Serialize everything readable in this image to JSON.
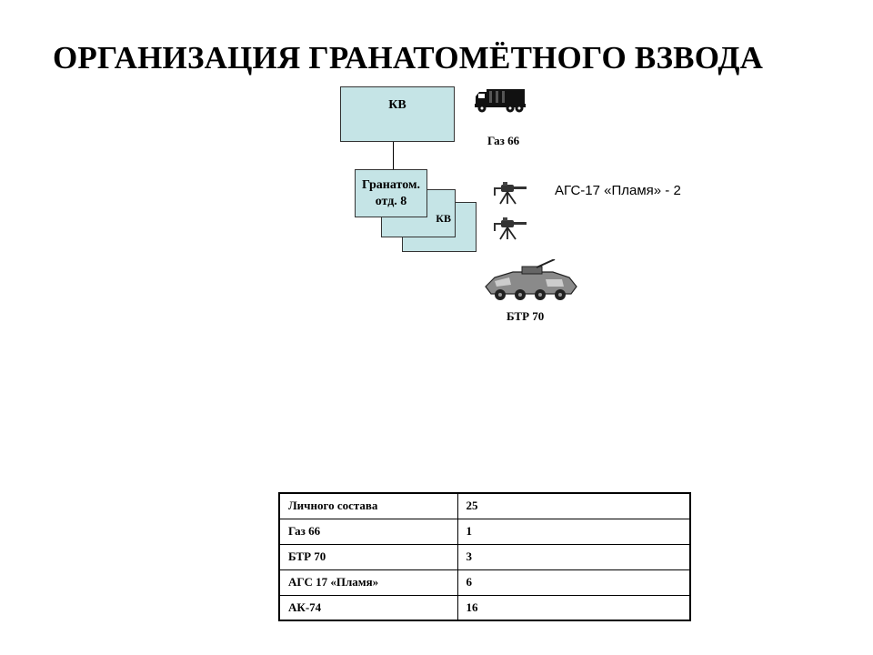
{
  "title": "ОРГАНИЗАЦИЯ ГРАНАТОМЁТНОГО ВЗВОДА",
  "diagram": {
    "command_box": {
      "label": "КВ"
    },
    "squad_box": {
      "line1": "Гранатом.",
      "line2": "отд.  8",
      "hidden_label": "КВ"
    },
    "truck": {
      "icon": "truck-icon",
      "caption": "Газ 66"
    },
    "grenade_launcher": {
      "icon": "grenade-launcher-icon",
      "caption": "АГС-17 «Пламя» - 2"
    },
    "apc": {
      "icon": "apc-icon",
      "caption": "БТР 70"
    }
  },
  "table": {
    "rows": [
      [
        "Личного состава",
        "25"
      ],
      [
        "Газ 66",
        "1"
      ],
      [
        "БТР 70",
        "3"
      ],
      [
        "АГС 17 «Пламя»",
        "6"
      ],
      [
        "АК-74",
        "16"
      ]
    ]
  }
}
